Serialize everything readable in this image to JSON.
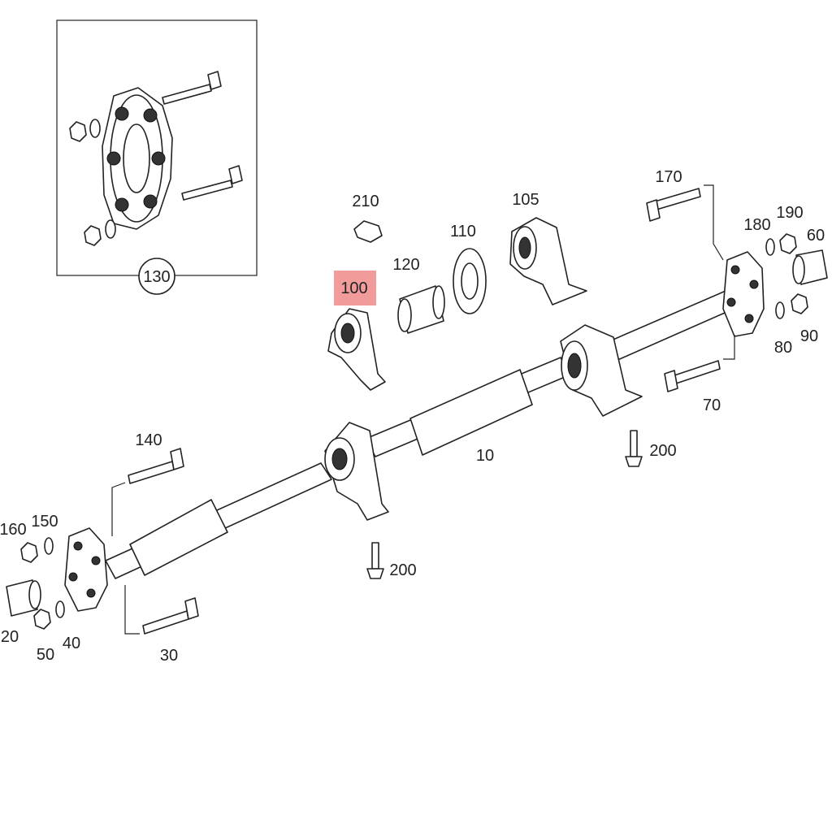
{
  "callouts": {
    "p10": "10",
    "p20": "20",
    "p30": "30",
    "p40": "40",
    "p50": "50",
    "p60": "60",
    "p70": "70",
    "p80": "80",
    "p90": "90",
    "p100": "100",
    "p105": "105",
    "p110": "110",
    "p120": "120",
    "p130": "130",
    "p140": "140",
    "p150": "150",
    "p160": "160",
    "p170": "170",
    "p180": "180",
    "p190": "190",
    "p200a": "200",
    "p200b": "200",
    "p210": "210"
  },
  "highlight": {
    "part": "100",
    "color": "#f08a8a"
  }
}
